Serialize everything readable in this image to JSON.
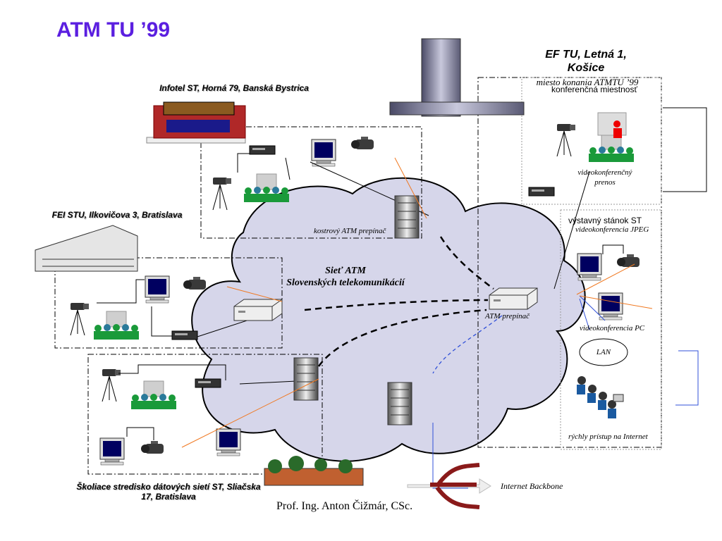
{
  "title": "ATM TU ’99",
  "sites": {
    "infotel": "Infotel ST, Horná 79, Banská Bystrica",
    "fei": "FEI STU, Ilkovičova 3, Bratislava",
    "skoliace": "Školiace stredisko dátových sietí ST, Sliačska 17, Bratislava",
    "ef": "EF TU, Letná 1, Košice"
  },
  "labels": {
    "miesto": "miesto konania ATMTU ’99",
    "konferencna": "konferenčná miestnosť",
    "videokonf_prenos": "videokonferenčný prenos",
    "vystavny": "výstavný stánok ST",
    "videokonf_jpeg": "videokonferencia JPEG",
    "videokonf_pc": "videokonferencia PC",
    "lan": "LAN",
    "rychly": "rýchly prístup na Internet",
    "kostrovy": "kostrový ATM prepínač",
    "atm_prepinac": "ATM prepínač",
    "siet_line1": "Sieť ATM",
    "siet_line2": "Slovenských telekomunikácií",
    "internet": "Internet Backbone"
  },
  "author": "Prof. Ing. Anton Čižmár, CSc.",
  "colors": {
    "title": "#5b1fe0",
    "cloud": "#d6d6ea",
    "orange": "#f07820",
    "blue": "#3050d8"
  }
}
